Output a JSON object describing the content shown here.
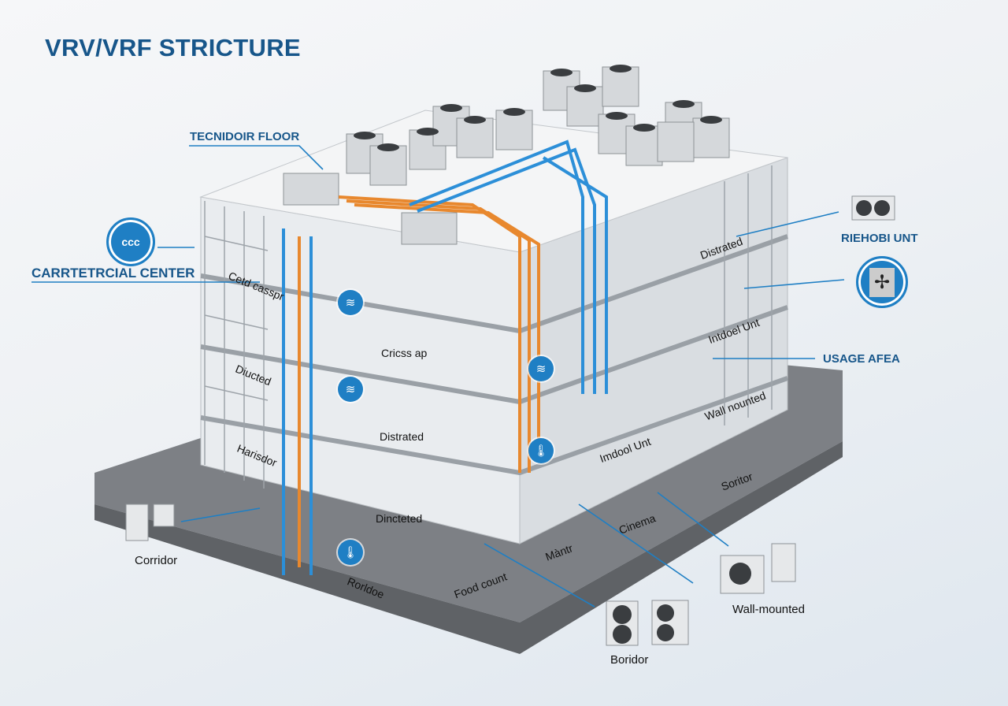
{
  "title": "VRV/VRF STRICTURE",
  "callouts": {
    "technical_floor": "TECNIDOIR FLOOR",
    "commercial_center": "CARRTETRCIAL CENTER",
    "refresh_unit": "RIEHOBI UNT",
    "usage_area": "USAGE AFEA"
  },
  "floor_labels": {
    "left_wing": [
      "Cetd casspr",
      "Diucted",
      "Harisdor"
    ],
    "center": [
      "Cricss ap",
      "Distrated",
      "Dincteted"
    ],
    "ground": [
      "Rorldoe",
      "Food count",
      "Màntr",
      "Cinema",
      "Soritor"
    ],
    "right_wing": [
      "Distrated",
      "Intdoel Unt",
      "Wall nounted"
    ],
    "mid_right": [
      "Imdool Unt"
    ]
  },
  "external_units": {
    "corridor": "Corridor",
    "boridor": "Boridor",
    "wall_mounted": "Wall-mounted"
  },
  "icons": {
    "commercial": "ccc",
    "hvac_wave": "≋",
    "thermometer": "🌡",
    "fan": "✢"
  },
  "colors": {
    "title": "#17568a",
    "accent_blue": "#1f7fc4",
    "pipe_orange": "#e8882e",
    "pipe_blue": "#2c8fd8",
    "slab": "#8a8d91"
  }
}
